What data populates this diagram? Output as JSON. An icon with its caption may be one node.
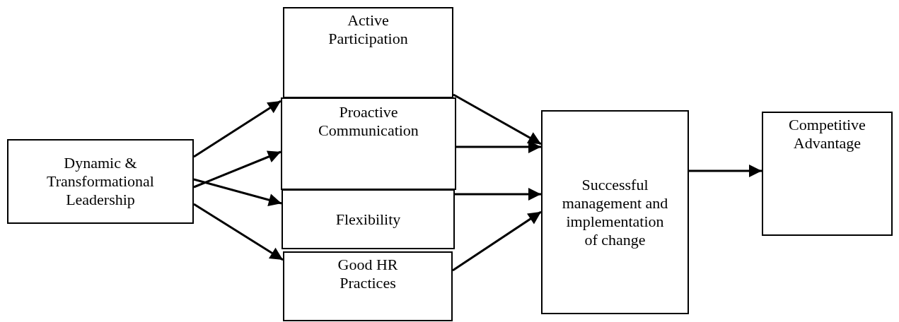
{
  "diagram": {
    "nodes": [
      {
        "text": [
          "Dynamic & Transformational Leadership"
        ]
      },
      {
        "text": [
          "Active Participation"
        ]
      },
      {
        "text": [
          "Proactive Communication"
        ]
      },
      {
        "text": [
          "Flexibility"
        ]
      },
      {
        "text": [
          "Good HR Practices"
        ]
      },
      {
        "text": [
          "Successful management and implementation of change"
        ]
      },
      {
        "text": [
          "Competitive Advantage"
        ]
      }
    ],
    "edges": [
      {
        "from": 0,
        "to": 2,
        "arrow": "to"
      },
      {
        "from": 0,
        "to": 2,
        "arrow": "to"
      },
      {
        "from": 0,
        "to": 3,
        "arrow": "to"
      },
      {
        "from": 0,
        "to": 4,
        "arrow": "to"
      },
      {
        "from": 1,
        "to": 5,
        "arrow": "to"
      },
      {
        "from": 2,
        "to": 5,
        "arrow": "to"
      },
      {
        "from": 3,
        "to": 5,
        "arrow": "to"
      },
      {
        "from": 4,
        "to": 5,
        "arrow": "to"
      },
      {
        "from": 5,
        "to": 6,
        "arrow": "to"
      }
    ]
  }
}
